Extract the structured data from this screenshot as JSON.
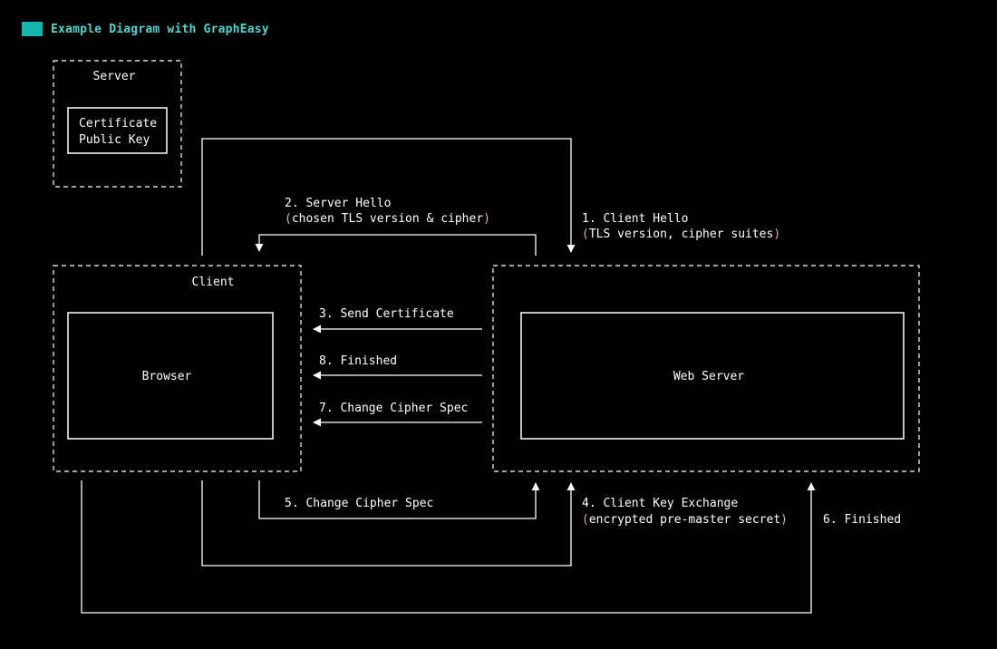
{
  "header": {
    "title": "Example Diagram with GraphEasy"
  },
  "colors": {
    "background": "#000000",
    "line": "#ffffff",
    "accent": "#14b5b0",
    "title": "#4fd3cf",
    "paren": "#f2a8ba"
  },
  "groups": {
    "server": {
      "label": "Server"
    },
    "client": {
      "label": "Client"
    }
  },
  "nodes": {
    "certificate": {
      "line1": "Certificate",
      "line2": "Public Key"
    },
    "browser": {
      "label": "Browser"
    },
    "web_server": {
      "label": "Web Server"
    }
  },
  "edges": {
    "e1": {
      "line1": "1. Client Hello",
      "line2": "TLS version, cipher suites"
    },
    "e2": {
      "line1": "2. Server Hello",
      "line2": "chosen TLS version & cipher"
    },
    "e3": {
      "line1": "3. Send Certificate"
    },
    "e4": {
      "line1": "4. Client Key Exchange",
      "line2": "encrypted pre-master secret"
    },
    "e5": {
      "line1": "5. Change Cipher Spec"
    },
    "e6": {
      "line1": "6. Finished"
    },
    "e7": {
      "line1": "7. Change Cipher Spec"
    },
    "e8": {
      "line1": "8. Finished"
    }
  }
}
